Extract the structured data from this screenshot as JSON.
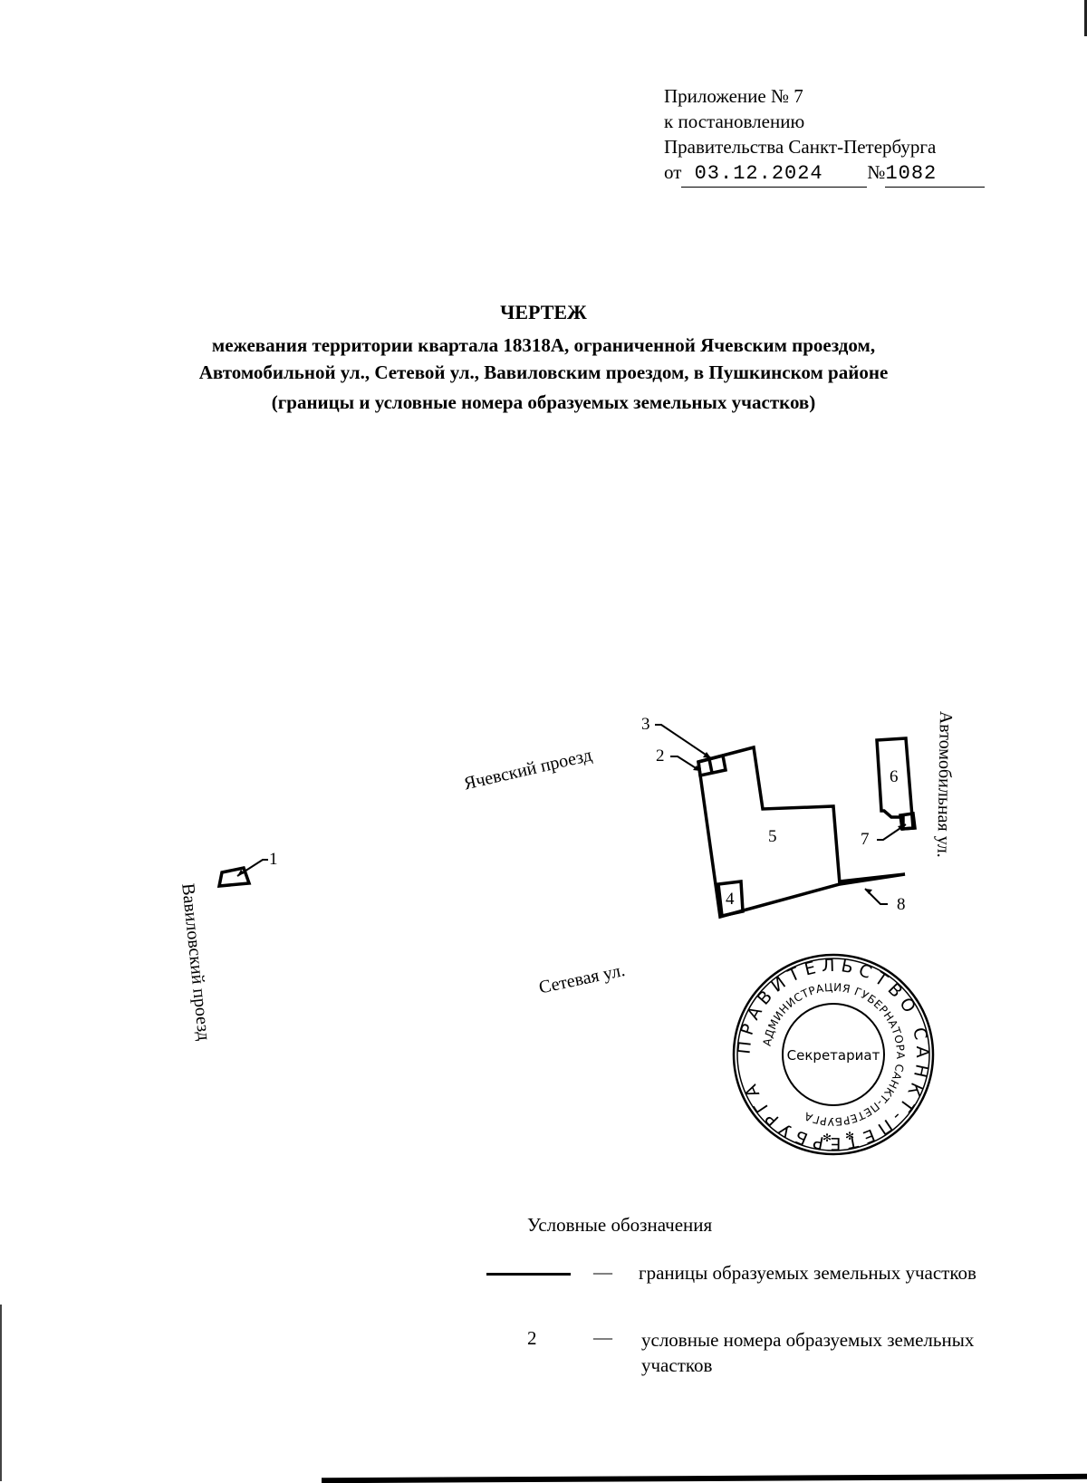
{
  "header": {
    "appendix": "Приложение № 7",
    "to_resolution": "к постановлению",
    "government": "Правительства Санкт-Петербурга",
    "date_prefix": "от",
    "date": "03.12.2024",
    "number_prefix": "№",
    "number": "1082"
  },
  "title": {
    "main": "ЧЕРТЕЖ",
    "line1": "межевания территории квартала 18318А, ограниченной Ячевским проездом,",
    "line2": "Автомобильной ул., Сетевой ул., Вавиловским проездом, в Пушкинском районе",
    "line3": "(границы и условные номера образуемых земельных участков)"
  },
  "map": {
    "streets": {
      "yachevsky": "Ячевский проезд",
      "avtomobilnaya": "Автомобильная ул.",
      "setevaya": "Сетевая ул.",
      "vavilovsky": "Вавиловский проезд"
    },
    "plots": [
      "1",
      "2",
      "3",
      "4",
      "5",
      "6",
      "7",
      "8"
    ],
    "line_color": "#000000"
  },
  "stamp": {
    "outer_text": "ПРАВИТЕЛЬСТВО САНКТ-ПЕТЕРБУРГА",
    "inner_text": "АДМИНИСТРАЦИЯ ГУБЕРНАТОРА САНКТ-ПЕТЕРБУРГА",
    "center": "Секретариат"
  },
  "legend": {
    "title": "Условные обозначения",
    "items": [
      {
        "symbol": "line",
        "dash": "—",
        "text": "границы образуемых земельных участков"
      },
      {
        "symbol": "2",
        "dash": "—",
        "text": "условные номера образуемых земельных",
        "text2": "участков"
      }
    ]
  }
}
